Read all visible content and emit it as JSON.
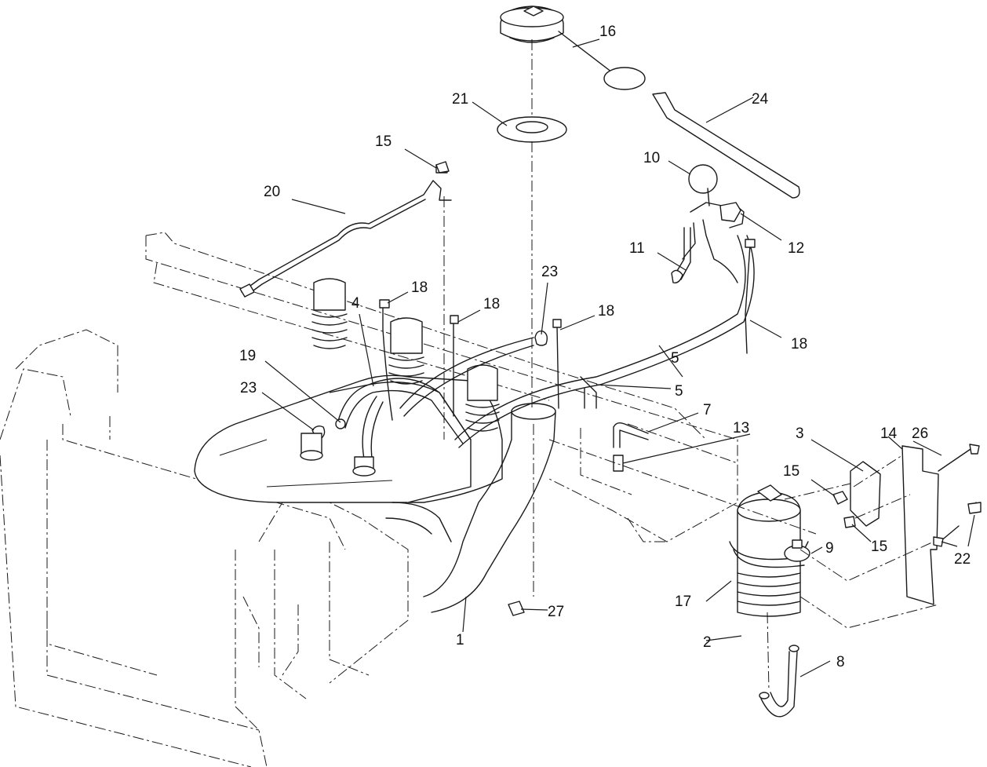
{
  "callouts": [
    {
      "id": "c1",
      "label": "1"
    },
    {
      "id": "c2",
      "label": "2"
    },
    {
      "id": "c3",
      "label": "3"
    },
    {
      "id": "c4",
      "label": "4"
    },
    {
      "id": "c5a",
      "label": "5"
    },
    {
      "id": "c5b",
      "label": "5"
    },
    {
      "id": "c7",
      "label": "7"
    },
    {
      "id": "c8",
      "label": "8"
    },
    {
      "id": "c9",
      "label": "9"
    },
    {
      "id": "c10",
      "label": "10"
    },
    {
      "id": "c11",
      "label": "11"
    },
    {
      "id": "c12",
      "label": "12"
    },
    {
      "id": "c13",
      "label": "13"
    },
    {
      "id": "c14",
      "label": "14"
    },
    {
      "id": "c15a",
      "label": "15"
    },
    {
      "id": "c15b",
      "label": "15"
    },
    {
      "id": "c15c",
      "label": "15"
    },
    {
      "id": "c16",
      "label": "16"
    },
    {
      "id": "c17",
      "label": "17"
    },
    {
      "id": "c18a",
      "label": "18"
    },
    {
      "id": "c18b",
      "label": "18"
    },
    {
      "id": "c18c",
      "label": "18"
    },
    {
      "id": "c18d",
      "label": "18"
    },
    {
      "id": "c19",
      "label": "19"
    },
    {
      "id": "c20",
      "label": "20"
    },
    {
      "id": "c21",
      "label": "21"
    },
    {
      "id": "c22",
      "label": "22"
    },
    {
      "id": "c23a",
      "label": "23"
    },
    {
      "id": "c23b",
      "label": "23"
    },
    {
      "id": "c24",
      "label": "24"
    },
    {
      "id": "c26",
      "label": "26"
    },
    {
      "id": "c27",
      "label": "27"
    }
  ]
}
